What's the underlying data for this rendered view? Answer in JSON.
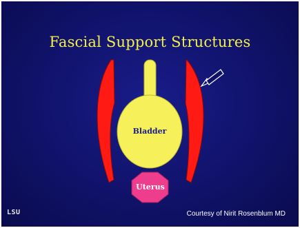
{
  "slide": {
    "title": "Fascial Support Structures",
    "credit": "Courtesy of Nirit Rosenblum MD",
    "logo": "LSU"
  },
  "diagram": {
    "bladder_label": "Bladder",
    "uterus_label": "Uterus",
    "colors": {
      "background": "#10126a",
      "title": "#f4f04a",
      "bladder": "#f6f15a",
      "bladder_text": "#1a1c8a",
      "uterus": "#ee3d8c",
      "uterus_text": "#ffffff",
      "fascia": "#ff1a14",
      "arrow": "#ffffff"
    },
    "icons": [
      "arrow-icon"
    ]
  }
}
